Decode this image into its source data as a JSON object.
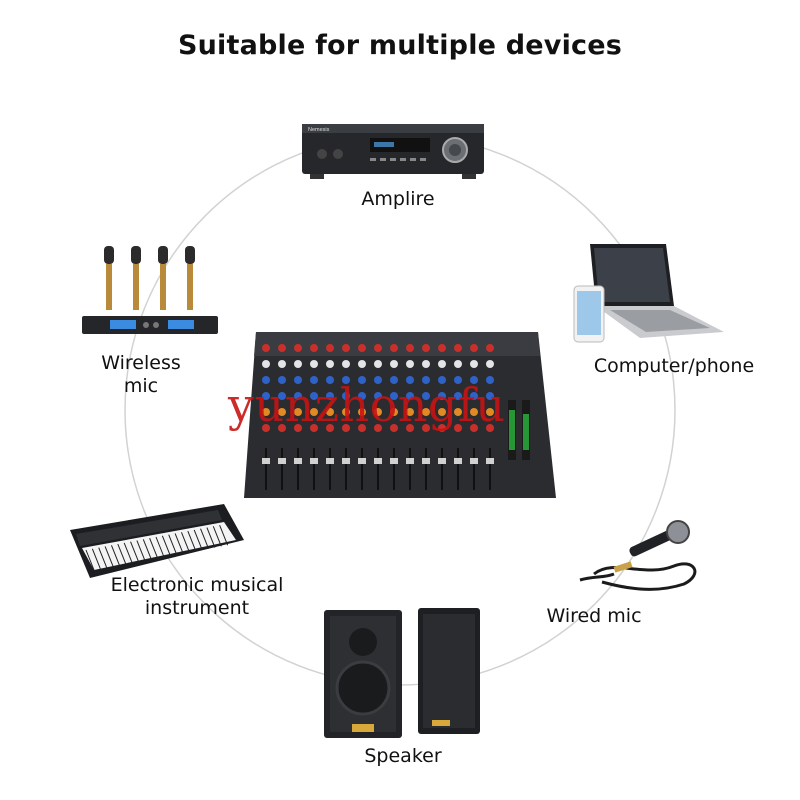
{
  "title": "Suitable for multiple devices",
  "devices": {
    "amplifier": "Amplire",
    "computer": "Computer/phone",
    "wired_mic": "Wired mic",
    "speaker": "Speaker",
    "keyboard": "Electronic musical instrument",
    "wireless_mic": "Wireless mic"
  },
  "amplifier_brand": "Nemesis",
  "watermark": "yunzhongfu",
  "colors": {
    "ring": "#cfcfcf",
    "watermark": "#c81414",
    "mixer_body": "#2a2c30"
  }
}
